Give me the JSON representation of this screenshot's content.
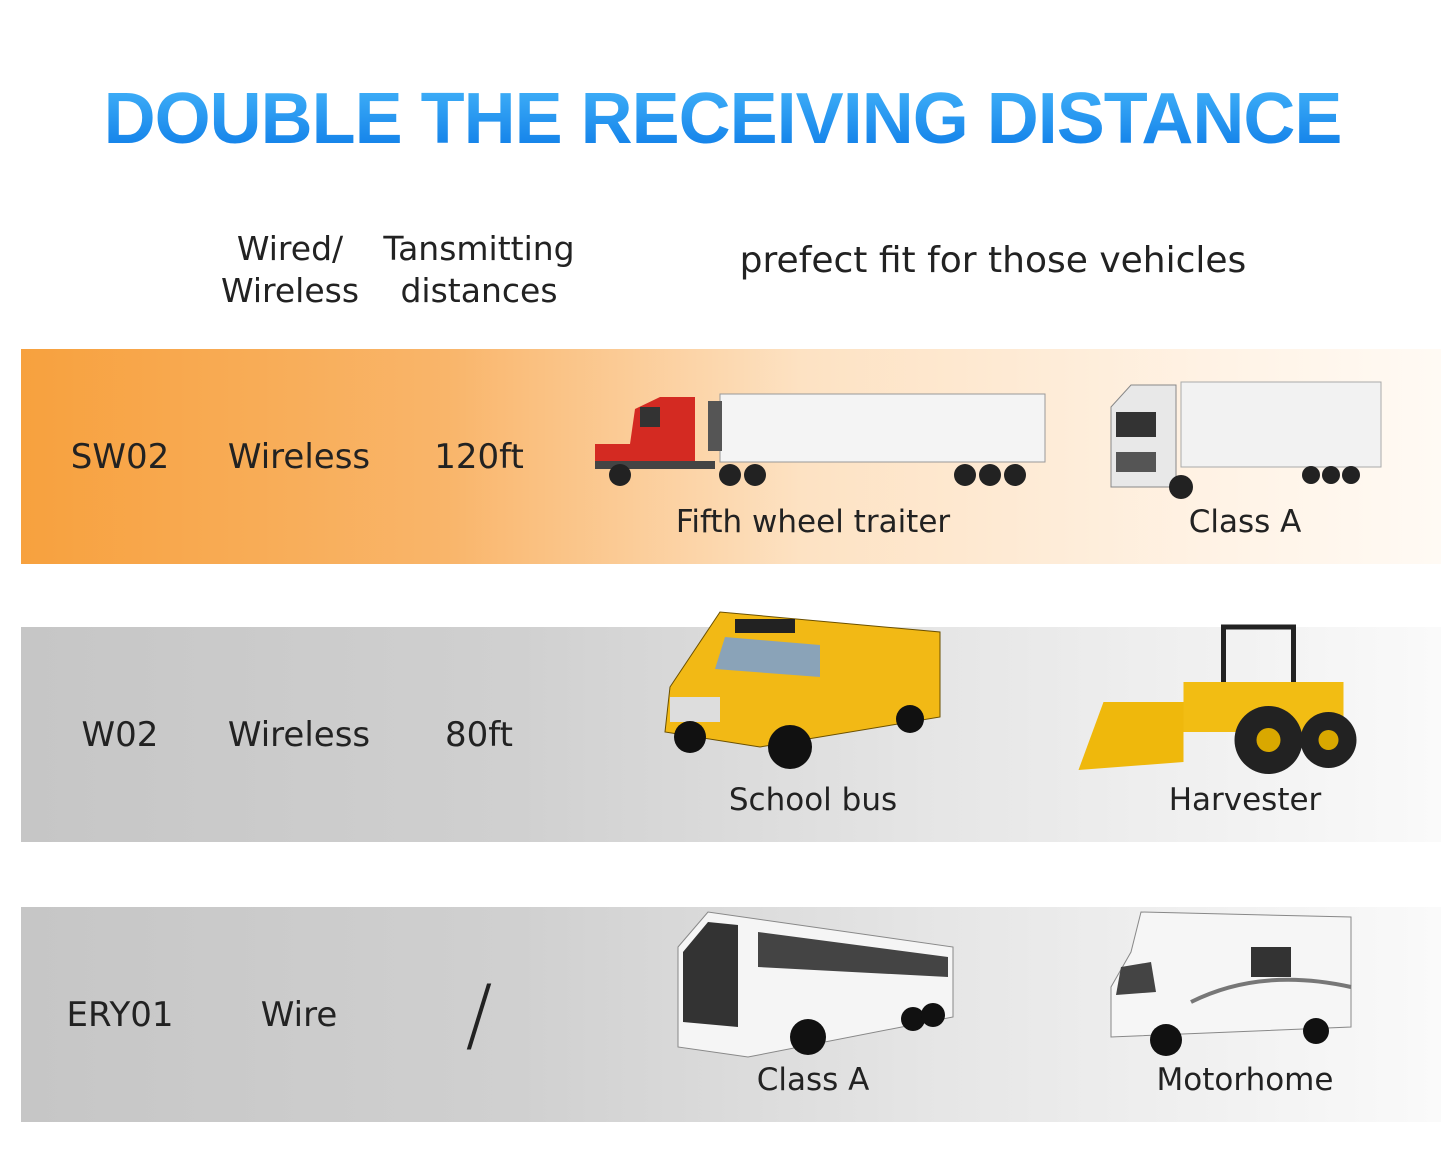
{
  "title": "DOUBLE THE RECEIVING DISTANCE",
  "headers": {
    "type_line1": "Wired/",
    "type_line2": "Wireless",
    "distance_line1": "Tansmitting",
    "distance_line2": "distances",
    "vehicles": "prefect fit for those vehicles"
  },
  "rows": [
    {
      "model": "SW02",
      "type": "Wireless",
      "distance": "120ft",
      "vehicles": [
        "Fifth wheel traiter",
        "Class A"
      ]
    },
    {
      "model": "W02",
      "type": "Wireless",
      "distance": "80ft",
      "vehicles": [
        "School bus",
        "Harvester"
      ]
    },
    {
      "model": "ERY01",
      "type": "Wire",
      "distance": "/",
      "vehicles": [
        "Class A",
        "Motorhome"
      ]
    }
  ],
  "colors": {
    "title_top": "#46b6fa",
    "title_bottom": "#0a78e6",
    "row1": "#f7a13e",
    "row_grey": "#c6c6c6"
  }
}
